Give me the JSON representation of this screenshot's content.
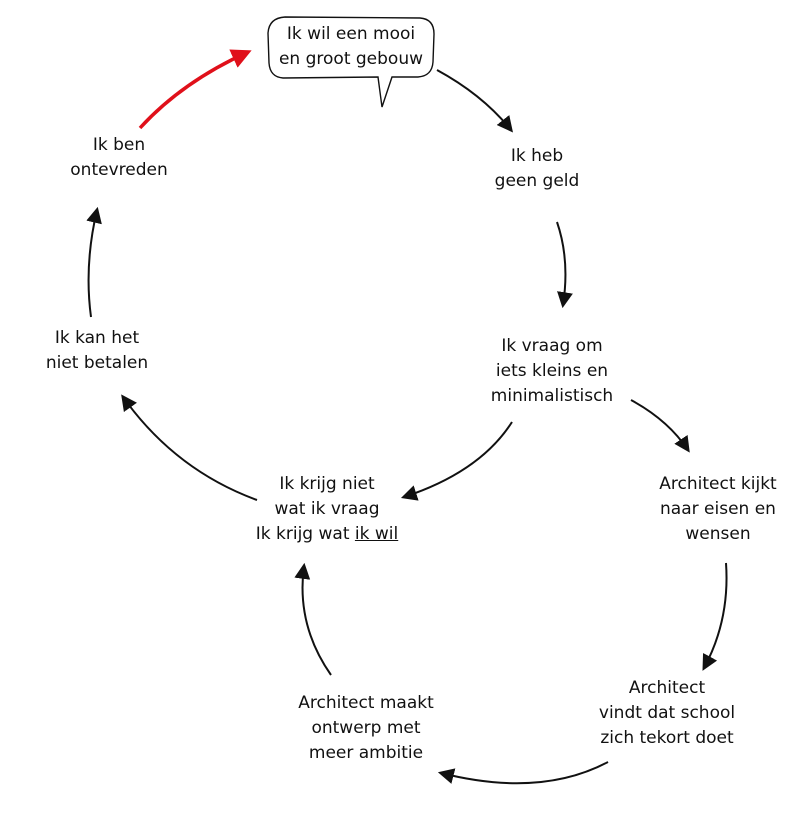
{
  "colors": {
    "arrow": "#111111",
    "highlight_arrow": "#e0101a",
    "bubble_stroke": "#111111"
  },
  "nodes": {
    "want": [
      "Ik wil een mooi",
      "en groot gebouw"
    ],
    "no_money": [
      "Ik heb",
      "geen geld"
    ],
    "ask_small": [
      "Ik vraag om",
      "iets kleins en",
      "minimalistisch"
    ],
    "architect_looks": [
      "Architect kijkt",
      "naar eisen en",
      "wensen"
    ],
    "architect_thinks": [
      "Architect",
      "vindt dat school",
      "zich tekort doet"
    ],
    "architect_designs": [
      "Architect maakt",
      "ontwerp met",
      "meer ambitie"
    ],
    "dont_get": {
      "line1": "Ik krijg niet",
      "line2": "wat ik vraag",
      "line3_prefix": "Ik krijg wat ",
      "line3_underlined": "ik wil"
    },
    "cant_pay": [
      "Ik kan het",
      "niet betalen"
    ],
    "unhappy": [
      "Ik ben",
      "ontevreden"
    ]
  }
}
